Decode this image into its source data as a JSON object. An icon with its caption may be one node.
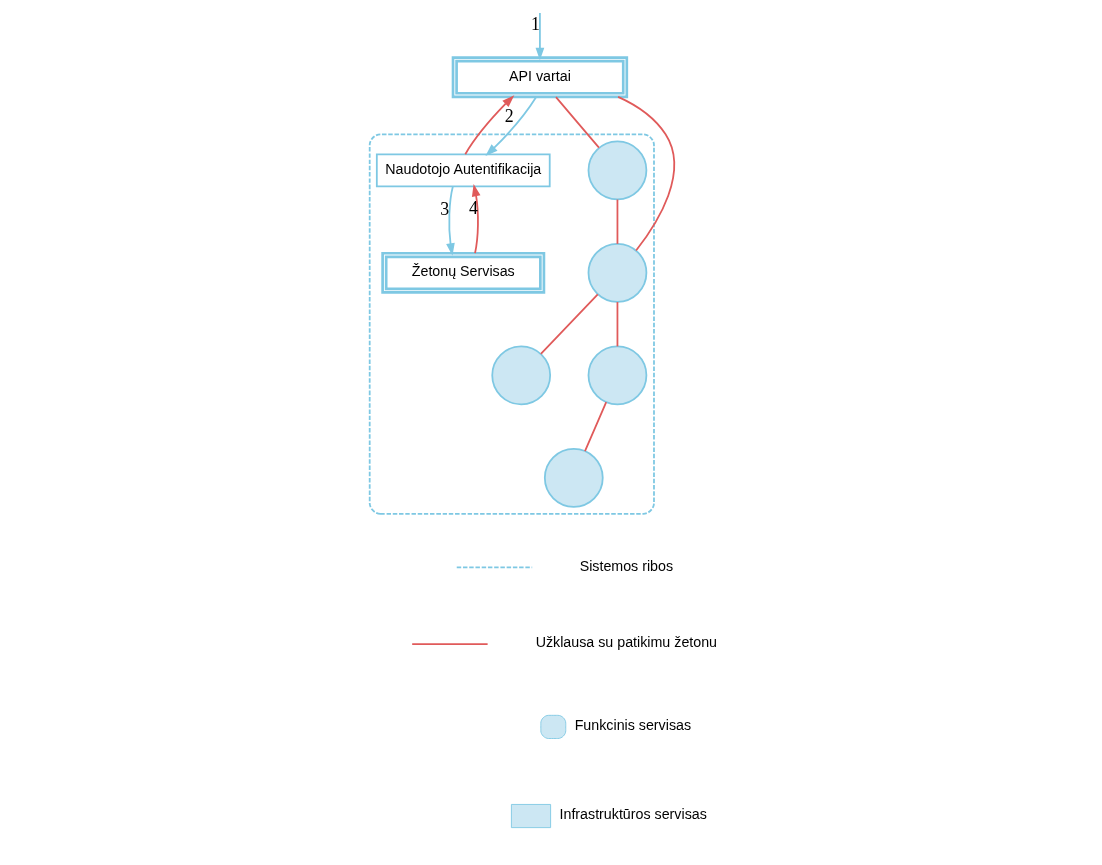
{
  "diagram": {
    "nodes": [
      {
        "text": [],
        "shape": "box"
      },
      {
        "text": [
          "API vartai"
        ]
      },
      {
        "text": [
          "Naudotojo Autentifikacija"
        ],
        "in": 0
      },
      {
        "text": [
          "Žetonų Servisas"
        ],
        "in": 0
      },
      {
        "text": [],
        "shape": "circle",
        "in": 0
      },
      {
        "text": [],
        "shape": "circle",
        "in": 0
      },
      {
        "text": [],
        "shape": "circle",
        "in": 0
      },
      {
        "text": [],
        "shape": "circle",
        "in": 0
      },
      {
        "text": [],
        "shape": "circle",
        "in": 0
      }
    ],
    "edges": [
      {
        "from": null,
        "to": 1,
        "arrow": "to",
        "label": "1",
        "color": "#7ec8e3"
      },
      {
        "from": 1,
        "to": 2,
        "arrow": "to",
        "label": "2",
        "color": "#7ec8e3"
      },
      {
        "from": 2,
        "to": 1,
        "arrow": "to"
      },
      {
        "from": 2,
        "to": 3,
        "arrow": "to",
        "label": "3",
        "color": "#7ec8e3"
      },
      {
        "from": 3,
        "to": 2,
        "arrow": "to",
        "label": "4"
      },
      {
        "from": 1,
        "to": 4,
        "arrow": "none"
      },
      {
        "from": 1,
        "to": 6,
        "arrow": "none"
      },
      {
        "from": 4,
        "to": 6,
        "arrow": "none"
      },
      {
        "from": 6,
        "to": 5,
        "arrow": "none"
      },
      {
        "from": 6,
        "to": 7,
        "arrow": "none"
      },
      {
        "from": 7,
        "to": 8,
        "arrow": "none"
      }
    ],
    "legend": [
      {
        "text": "Sistemos ribos"
      },
      {
        "text": "Užklausa su patikimu žetonu"
      },
      {
        "text": "Funkcinis servisas"
      },
      {
        "text": "Infrastruktūros servisas"
      }
    ]
  }
}
